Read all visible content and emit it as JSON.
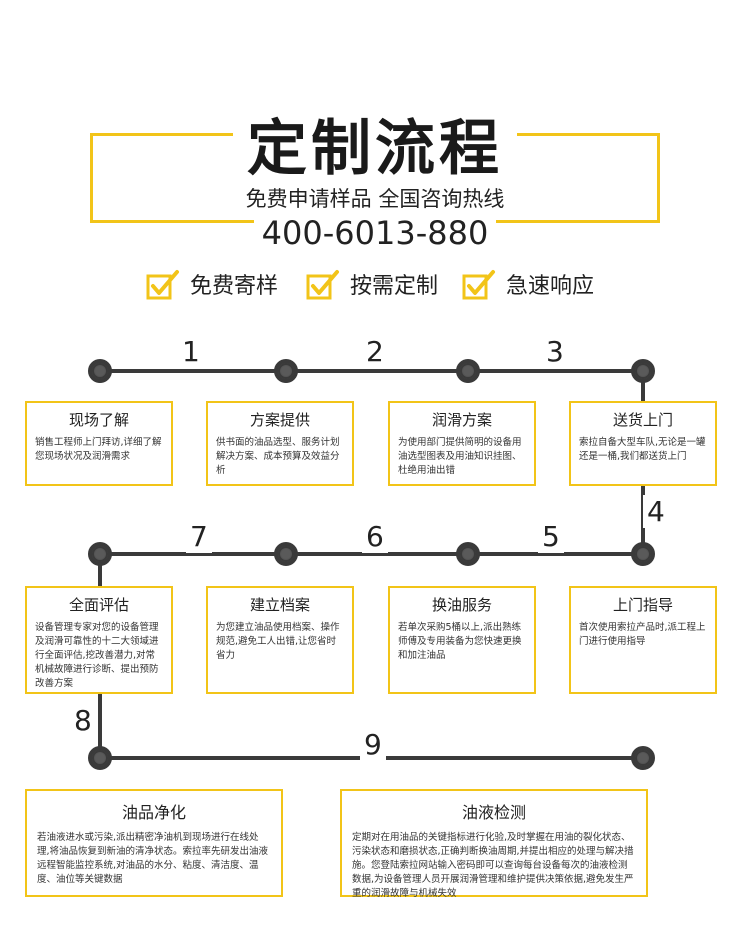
{
  "header": {
    "title": "定制流程",
    "subtitle": "免费申请样品 全国咨询热线",
    "phone": "400-6013-880"
  },
  "features": [
    "免费寄样",
    "按需定制",
    "急速响应"
  ],
  "steps": [
    {
      "num": "1",
      "title": "现场了解",
      "desc": "销售工程师上门拜访,详细了解您现场状况及润滑需求"
    },
    {
      "num": "2",
      "title": "方案提供",
      "desc": "供书面的油品选型、服务计划解决方案、成本预算及效益分析"
    },
    {
      "num": "3",
      "title": "润滑方案",
      "desc": "为使用部门提供简明的设备用油选型图表及用油知识挂图、杜绝用油出错"
    },
    {
      "num": "4",
      "title": "送货上门",
      "desc": "索拉自备大型车队,无论是一罐还是一桶,我们都送货上门"
    },
    {
      "num": "5",
      "title": "上门指导",
      "desc": "首次使用索拉产品时,派工程上门进行使用指导"
    },
    {
      "num": "6",
      "title": "换油服务",
      "desc": "若单次采购5桶以上,派出熟练师傅及专用装备为您快速更换和加注油品"
    },
    {
      "num": "7",
      "title": "建立档案",
      "desc": "为您建立油品使用档案、操作规范,避免工人出错,让您省时省力"
    },
    {
      "num": "8",
      "title": "全面评估",
      "desc": "设备管理专家对您的设备管理及润滑可靠性的十二大领域进行全面评估,挖改善潜力,对常机械故障进行诊断、提出预防改善方案"
    },
    {
      "num": "9",
      "title": "油品净化",
      "desc": "若油液进水或污染,派出精密净油机到现场进行在线处理,将油品恢复到新油的清净状态。索拉率先研发出油液远程智能监控系统,对油品的水分、粘度、清洁度、温度、油位等关键数据"
    },
    {
      "num": "",
      "title": "油液检测",
      "desc": "定期对在用油品的关键指标进行化验,及时掌握在用油的裂化状态、污染状态和磨损状态,正确判断换油周期,并提出相应的处理与解决措施。您登陆索拉网站输入密码即可以查询每台设备每次的油液检测数据,为设备管理人员开展润滑管理和维护提供决策依据,避免发生严重的润滑故障与机械失效"
    }
  ],
  "colors": {
    "accent": "#f2c418",
    "line": "#3a3a3a"
  }
}
